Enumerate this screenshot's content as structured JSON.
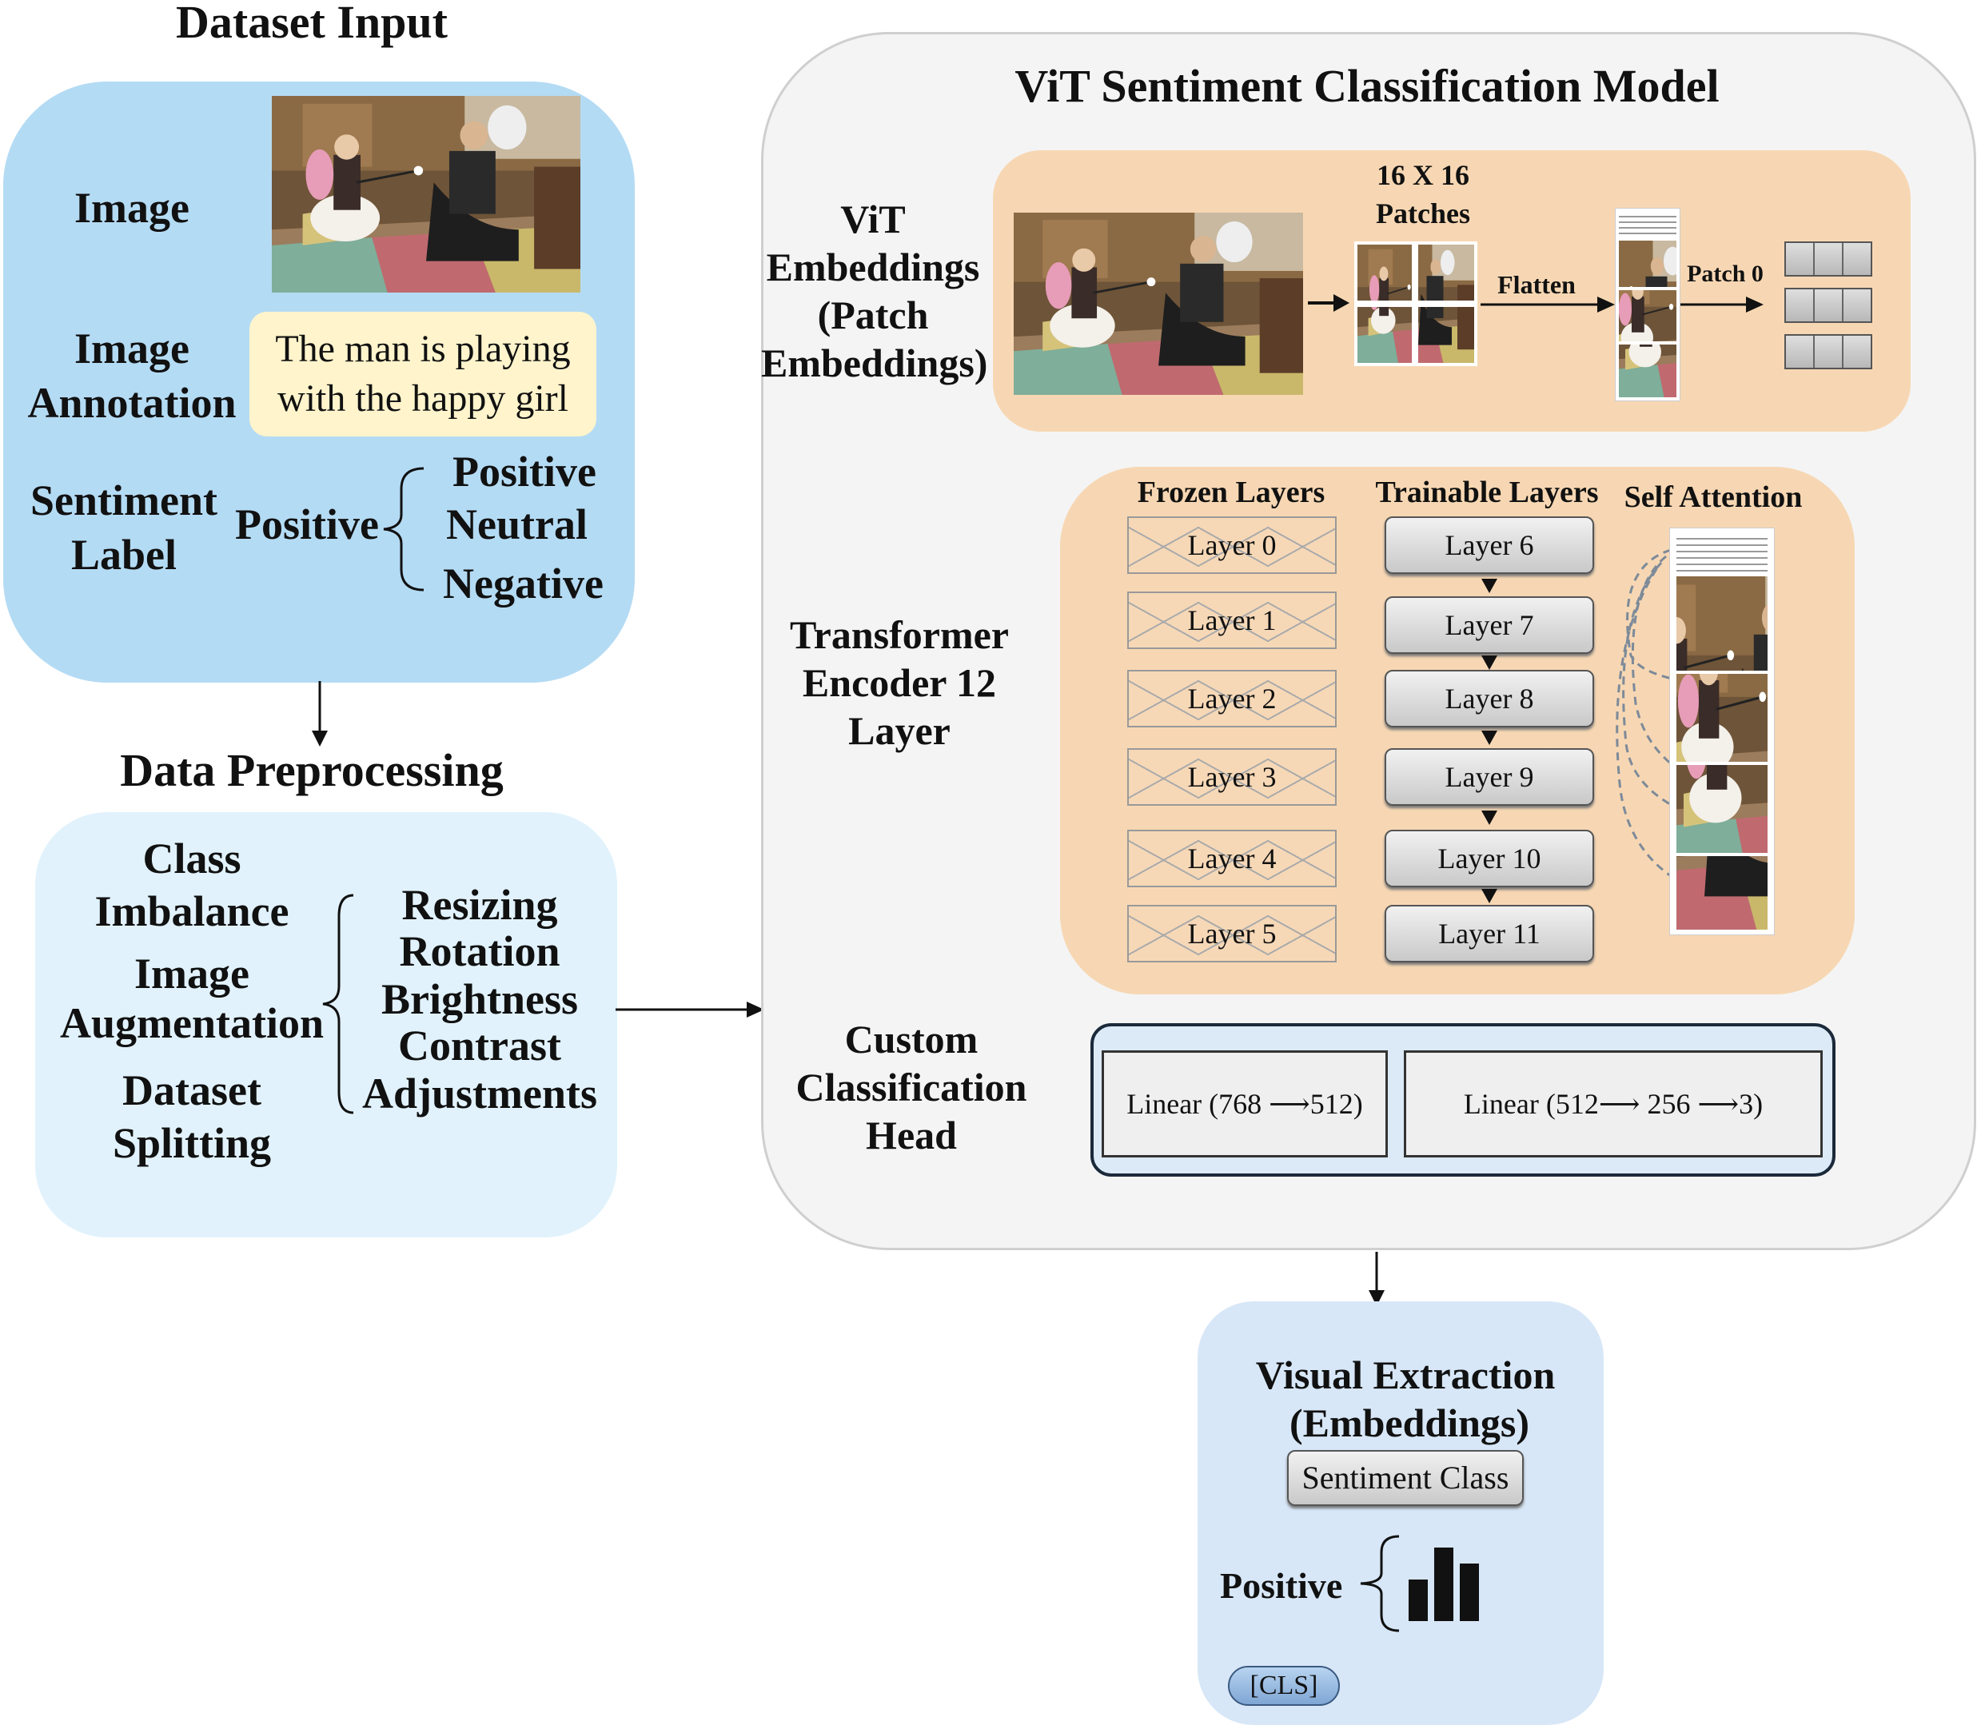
{
  "dataset_input": {
    "title": "Dataset Input",
    "image_label": "Image",
    "annotation_label_1": "Image",
    "annotation_label_2": "Annotation",
    "annotation_text_1": "The man is playing",
    "annotation_text_2": "with the happy girl",
    "sentiment_label_1": "Sentiment",
    "sentiment_label_2": "Label",
    "sentiment_value": "Positive",
    "sentiment_options": [
      "Positive",
      "Neutral",
      "Negative"
    ]
  },
  "preprocessing": {
    "title": "Data Preprocessing",
    "steps": [
      {
        "line1": "Class",
        "line2": "Imbalance"
      },
      {
        "line1": "Image",
        "line2": "Augmentation"
      },
      {
        "line1": "Dataset",
        "line2": "Splitting"
      }
    ],
    "augmentations": [
      "Resizing",
      "Rotation",
      "Brightness",
      "Contrast",
      "Adjustments"
    ]
  },
  "model": {
    "title": "ViT Sentiment Classification Model",
    "embeddings_label": [
      "ViT",
      "Embeddings",
      "(Patch",
      "Embeddings)"
    ],
    "patches_label_1": "16 X 16",
    "patches_label_2": "Patches",
    "flatten_label": "Flatten",
    "patch0_label": "Patch 0",
    "encoder_label": [
      "Transformer",
      "Encoder 12",
      "Layer"
    ],
    "frozen_title": "Frozen Layers",
    "trainable_title": "Trainable Layers",
    "attention_title": "Self Attention",
    "frozen_layers": [
      "Layer 0",
      "Layer 1",
      "Layer 2",
      "Layer 3",
      "Layer 4",
      "Layer 5"
    ],
    "trainable_layers": [
      "Layer 6",
      "Layer 7",
      "Layer 8",
      "Layer 9",
      "Layer 10",
      "Layer 11"
    ],
    "head_label": [
      "Custom",
      "Classification",
      "Head"
    ],
    "linear_1": "Linear (768 ⟶512)",
    "linear_2": "Linear (512⟶ 256 ⟶3)"
  },
  "visual_extraction": {
    "title_1": "Visual Extraction",
    "title_2": "(Embeddings)",
    "class_button": "Sentiment Class",
    "result": "Positive",
    "cls_token": "[CLS]"
  },
  "colors": {
    "input_panel": "#b4dbf4",
    "preprocessing_panel": "#e1f2fc",
    "model_panel": "#f4f4f4",
    "orange_panel": "#f7d7b3",
    "annotation_box": "#fff4cc"
  }
}
